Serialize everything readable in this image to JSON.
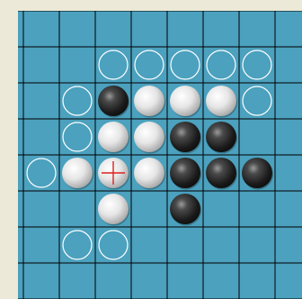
{
  "game": {
    "type": "othello",
    "colors": {
      "board": "#4ba1be",
      "grid": "#000000",
      "frame": "#ece9d8",
      "hint_ring": "#ffffff",
      "cursor": "#e02020"
    },
    "visible_rows": 8,
    "visible_cols": 8,
    "cursor": {
      "row": 4,
      "col": 2
    },
    "pieces": [
      {
        "row": 2,
        "col": 2,
        "color": "black"
      },
      {
        "row": 2,
        "col": 3,
        "color": "white"
      },
      {
        "row": 2,
        "col": 4,
        "color": "white"
      },
      {
        "row": 2,
        "col": 5,
        "color": "white"
      },
      {
        "row": 3,
        "col": 2,
        "color": "white"
      },
      {
        "row": 3,
        "col": 3,
        "color": "white"
      },
      {
        "row": 3,
        "col": 4,
        "color": "black"
      },
      {
        "row": 3,
        "col": 5,
        "color": "black"
      },
      {
        "row": 4,
        "col": 1,
        "color": "white"
      },
      {
        "row": 4,
        "col": 2,
        "color": "white"
      },
      {
        "row": 4,
        "col": 3,
        "color": "white"
      },
      {
        "row": 4,
        "col": 4,
        "color": "black"
      },
      {
        "row": 4,
        "col": 5,
        "color": "black"
      },
      {
        "row": 4,
        "col": 6,
        "color": "black"
      },
      {
        "row": 5,
        "col": 2,
        "color": "white"
      },
      {
        "row": 5,
        "col": 4,
        "color": "black"
      }
    ],
    "valid_moves": [
      {
        "row": 1,
        "col": 2
      },
      {
        "row": 1,
        "col": 3
      },
      {
        "row": 1,
        "col": 4
      },
      {
        "row": 1,
        "col": 5
      },
      {
        "row": 1,
        "col": 6
      },
      {
        "row": 2,
        "col": 1
      },
      {
        "row": 2,
        "col": 6
      },
      {
        "row": 3,
        "col": 1
      },
      {
        "row": 4,
        "col": 0
      },
      {
        "row": 6,
        "col": 1
      },
      {
        "row": 6,
        "col": 2
      }
    ]
  }
}
